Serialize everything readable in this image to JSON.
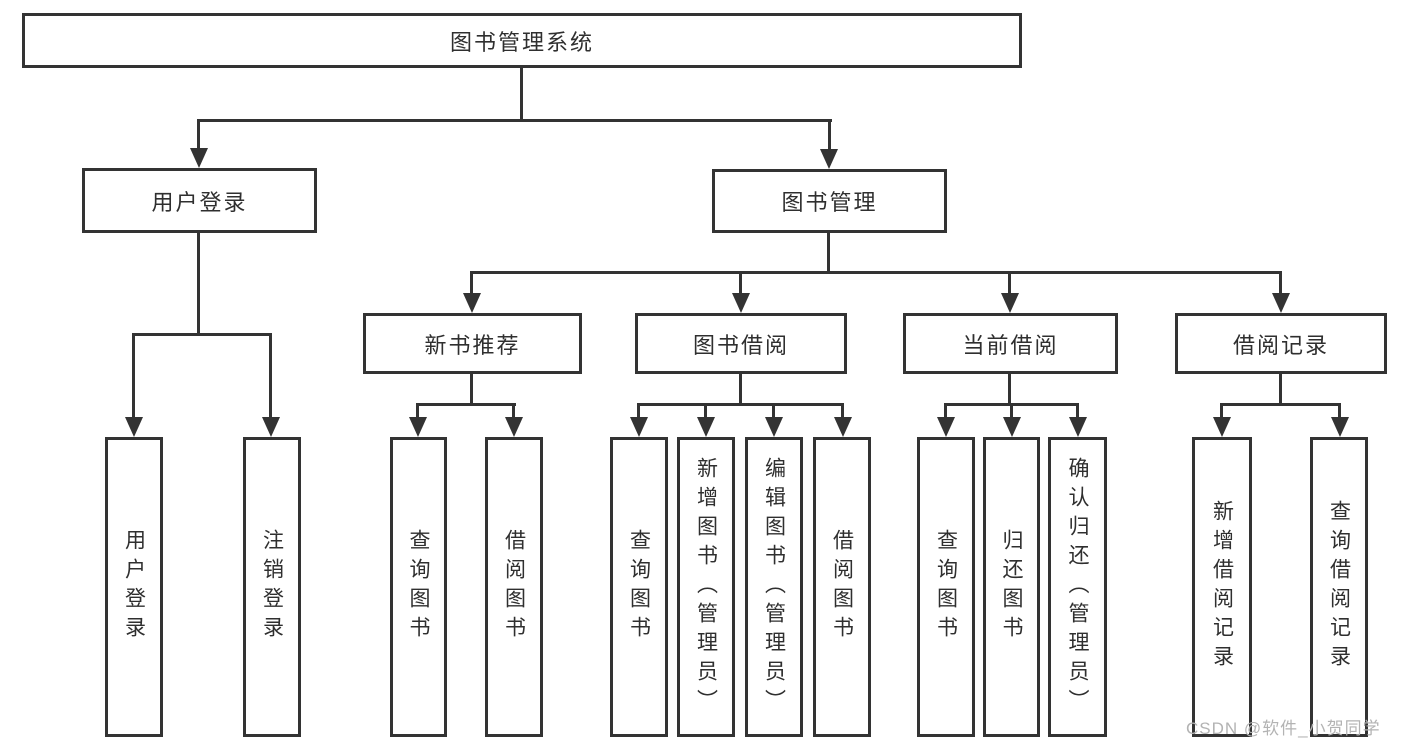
{
  "diagram": {
    "title": "图书管理系统",
    "root": {
      "label": "图书管理系统"
    },
    "level2": [
      {
        "label": "用户登录"
      },
      {
        "label": "图书管理"
      }
    ],
    "level3": [
      {
        "label": "新书推荐"
      },
      {
        "label": "图书借阅"
      },
      {
        "label": "当前借阅"
      },
      {
        "label": "借阅记录"
      }
    ],
    "leaves": {
      "user_login": [
        "用户登录",
        "注销登录"
      ],
      "new_book": [
        "查询图书",
        "借阅图书"
      ],
      "book_borrow": [
        "查询图书",
        "新增图书（管理员）",
        "编辑图书（管理员）",
        "借阅图书"
      ],
      "current_borrow": [
        "查询图书",
        "归还图书",
        "确认归还（管理员）"
      ],
      "borrow_record": [
        "新增借阅记录",
        "查询借阅记录"
      ]
    }
  },
  "watermark": "CSDN @软件_小贺同学",
  "colors": {
    "line": "#333333",
    "text": "#2f2f2f",
    "background": "#ffffff",
    "watermark": "#b3b3b3"
  }
}
